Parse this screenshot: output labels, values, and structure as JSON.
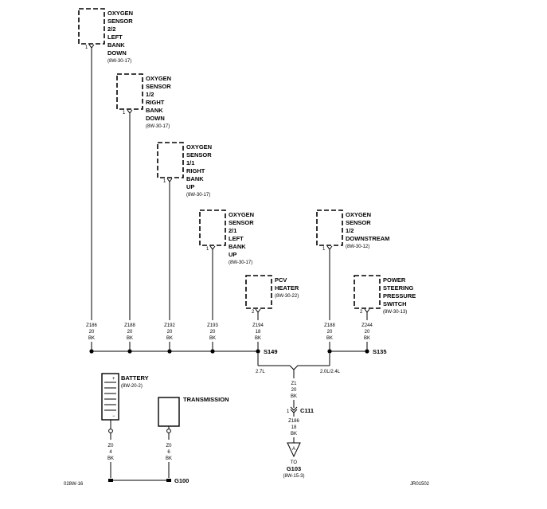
{
  "sensors": [
    {
      "lines": [
        "OXYGEN",
        "SENSOR",
        "2/2",
        "LEFT",
        "BANK",
        "DOWN"
      ],
      "ref": "(8W-30-17)",
      "pin": "1"
    },
    {
      "lines": [
        "OXYGEN",
        "SENSOR",
        "1/2",
        "RIGHT",
        "BANK",
        "DOWN"
      ],
      "ref": "(8W-30-17)",
      "pin": "1"
    },
    {
      "lines": [
        "OXYGEN",
        "SENSOR",
        "1/1",
        "RIGHT",
        "BANK",
        "UP"
      ],
      "ref": "(8W-30-17)",
      "pin": "1"
    },
    {
      "lines": [
        "OXYGEN",
        "SENSOR",
        "2/1",
        "LEFT",
        "BANK",
        "UP"
      ],
      "ref": "(8W-30-17)",
      "pin": "1"
    },
    {
      "lines": [
        "PCV",
        "HEATER"
      ],
      "ref": "(8W-30-22)",
      "pin": "2"
    },
    {
      "lines": [
        "OXYGEN",
        "SENSOR",
        "1/2",
        "DOWNSTREAM"
      ],
      "ref": "(8W-30-12)",
      "pin": "1"
    },
    {
      "lines": [
        "POWER",
        "STEERING",
        "PRESSURE",
        "SWITCH"
      ],
      "ref": "(8W-30-13)",
      "pin": "2"
    }
  ],
  "wires": [
    {
      "circuit": "Z186",
      "gauge": "20",
      "color": "BK"
    },
    {
      "circuit": "Z188",
      "gauge": "20",
      "color": "BK"
    },
    {
      "circuit": "Z192",
      "gauge": "20",
      "color": "BK"
    },
    {
      "circuit": "Z193",
      "gauge": "20",
      "color": "BK"
    },
    {
      "circuit": "Z194",
      "gauge": "18",
      "color": "BK"
    },
    {
      "circuit": "Z188",
      "gauge": "20",
      "color": "BK"
    },
    {
      "circuit": "Z244",
      "gauge": "20",
      "color": "BK"
    }
  ],
  "splices": {
    "s149": "S149",
    "s135": "S135"
  },
  "engine_options": {
    "left": "2.7L",
    "right": "2.0L/2.4L"
  },
  "trunk": [
    {
      "circuit": "Z1",
      "gauge": "20",
      "color": "BK"
    },
    {
      "circuit": "Z186",
      "gauge": "18",
      "color": "BK"
    }
  ],
  "connector": {
    "pin": "1",
    "name": "C111"
  },
  "ground_ref": {
    "letter": "A",
    "to": "TO",
    "name": "G103",
    "ref": "(8W-15-3)"
  },
  "battery": {
    "name": "BATTERY",
    "ref": "(8W-20-2)",
    "plus": "+",
    "minus": "−",
    "wire": [
      "Z0",
      "4",
      "BK"
    ]
  },
  "transmission": {
    "name": "TRANSMISSION",
    "wire": [
      "Z0",
      "6",
      "BK"
    ]
  },
  "ground_g100": "G100",
  "footer": {
    "left": "028W-16",
    "right": "JR01502"
  }
}
